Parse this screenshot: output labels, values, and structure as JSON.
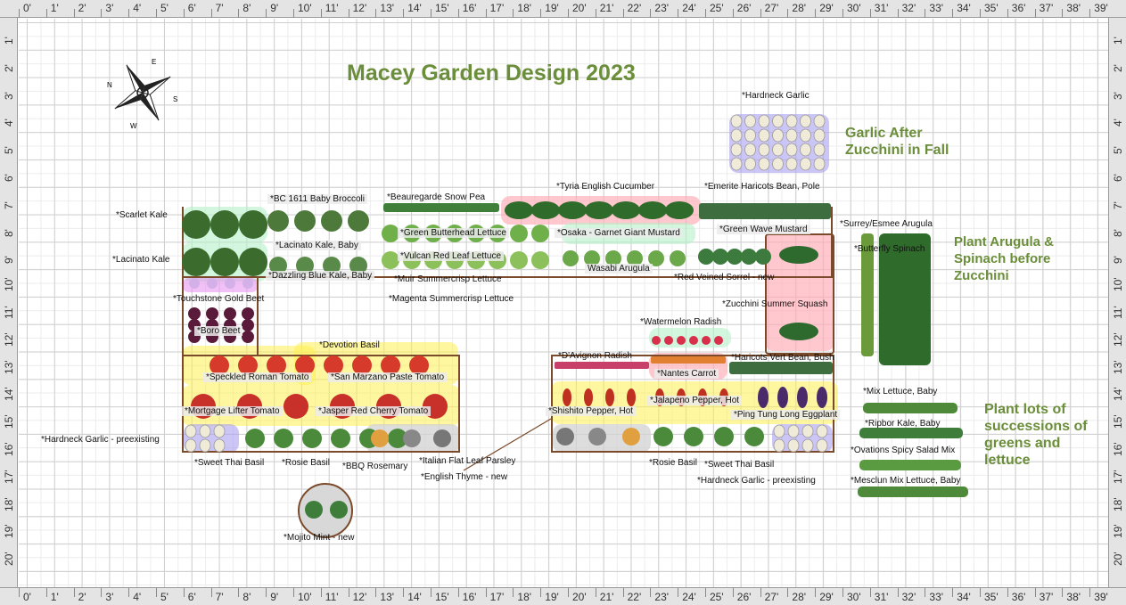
{
  "title": "Macey Garden Design 2023",
  "compass": {
    "n": "N",
    "e": "E",
    "s": "S",
    "w": "W"
  },
  "ruler": {
    "horizontal": [
      "0'",
      "1'",
      "2'",
      "3'",
      "4'",
      "5'",
      "6'",
      "7'",
      "8'",
      "9'",
      "10'",
      "11'",
      "12'",
      "13'",
      "14'",
      "15'",
      "16'",
      "17'",
      "18'",
      "19'",
      "20'",
      "21'",
      "22'",
      "23'",
      "24'",
      "25'",
      "26'",
      "27'",
      "28'",
      "29'",
      "30'",
      "31'",
      "32'",
      "33'",
      "34'",
      "35'",
      "36'",
      "37'",
      "38'",
      "39'"
    ],
    "vertical": [
      "1'",
      "2'",
      "3'",
      "4'",
      "5'",
      "6'",
      "7'",
      "8'",
      "9'",
      "10'",
      "11'",
      "12'",
      "13'",
      "14'",
      "15'",
      "16'",
      "17'",
      "18'",
      "19'",
      "20'"
    ]
  },
  "notes": {
    "garlic": "Garlic After Zucchini in Fall",
    "arugula": "Plant Arugula & Spinach before Zucchini",
    "greens": "Plant lots of successions of greens and lettuce"
  },
  "plants": {
    "hardneck_garlic_top": "*Hardneck Garlic",
    "scarlet_kale": "*Scarlet Kale",
    "lacinato_kale": "*Lacinato Kale",
    "bc1611_broccoli": "*BC 1611 Baby Broccoli",
    "lacinato_kale_baby": "*Lacinato Kale, Baby",
    "dazzling_blue_kale": "*Dazzling Blue Kale, Baby",
    "beauregarde_snow_pea": "*Beauregarde Snow Pea",
    "green_butterhead": "*Green Butterhead Lettuce",
    "vulcan_red_leaf": "*Vulcan Red Leaf Lettuce",
    "muir_summercrisp": "*Muir Summercrisp Lettuce",
    "magenta_summercrisp": "*Magenta Summercrisp Lettuce",
    "tyria_cucumber": "*Tyria English Cucumber",
    "osaka_mustard": "*Osaka - Garnet Giant Mustard",
    "wasabi_arugula": "Wasabi Arugula",
    "emerite_bean": "*Emerite Haricots Bean, Pole",
    "green_wave_mustard": "*Green Wave Mustard",
    "red_veined_sorrel": "*Red Veined Sorrel - new",
    "zucchini": "*Zucchini Summer Squash",
    "surrey_arugula": "*Surrey/Esmee Arugula",
    "butterfly_spinach": "*Butterfly Spinach",
    "touchstone_beet": "*Touchstone Gold Beet",
    "boro_beet": "*Boro Beet",
    "devotion_basil": "*Devotion Basil",
    "speckled_roman": "*Speckled Roman Tomato",
    "san_marzano": "*San Marzano Paste Tomato",
    "mortgage_lifter": "*Mortgage Lifter Tomato",
    "jasper_cherry": "*Jasper Red Cherry Tomato",
    "hardneck_garlic_pre_left": "*Hardneck Garlic - preexisting",
    "sweet_thai_basil_left": "*Sweet Thai Basil",
    "rosie_basil_left": "*Rosie Basil",
    "bbq_rosemary": "*BBQ Rosemary",
    "italian_parsley": "*Italian Flat Leaf Parsley",
    "english_thyme": "*English Thyme - new",
    "mojito_mint": "*Mojito Mint - new",
    "watermelon_radish": "*Watermelon Radish",
    "davignon_radish": "*D'Avignon Radish",
    "nantes_carrot": "*Nantes Carrot",
    "haricots_vert": "*Haricots Vert Bean, Bush",
    "shishito": "*Shishito Pepper, Hot",
    "jalapeno": "*Jalapeno Pepper, Hot",
    "ping_tung": "*Ping Tung Long Eggplant",
    "rosie_basil_right": "*Rosie Basil",
    "sweet_thai_basil_right": "*Sweet Thai Basil",
    "hardneck_garlic_pre_right": "*Hardneck Garlic - preexisting",
    "mix_lettuce": "*Mix Lettuce, Baby",
    "ripbor_kale": "*Ripbor Kale, Baby",
    "ovations_salad": "*Ovations Spicy Salad Mix",
    "mesclun": "*Mesclun Mix Lettuce, Baby"
  },
  "colors": {
    "title_green": "#6b8e3a",
    "bed_border": "#7a4a2a",
    "kale": "#3c6b2e",
    "lettuce": "#6fb04a",
    "tomato": "#d63a2a",
    "garlic": "#f0ead8"
  }
}
